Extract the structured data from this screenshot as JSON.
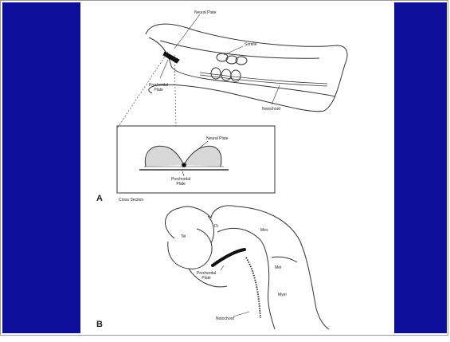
{
  "figure": {
    "panel_a": {
      "letter": "A",
      "labels": {
        "neural_plate": "Neural Plate",
        "somite": "Somite",
        "prechordal_plate": [
          "Prechordal",
          "Plate"
        ],
        "notochord": "Notochord"
      },
      "inset": {
        "neural_plate": "Neural Plate",
        "prechordal_plate": [
          "Prechordal",
          "Plate"
        ]
      },
      "caption": "Cross Section"
    },
    "panel_b": {
      "letter": "B",
      "labels": {
        "tel": "Tel",
        "di": "Di",
        "mes": "Mes",
        "met": "Met",
        "myel": "Myel",
        "prechordal_plate": [
          "Prechordal",
          "Plate"
        ],
        "notochord": "Notochord"
      }
    }
  },
  "colors": {
    "band": "#0b0f9a",
    "background": "#ffffff",
    "line": "#333333"
  }
}
